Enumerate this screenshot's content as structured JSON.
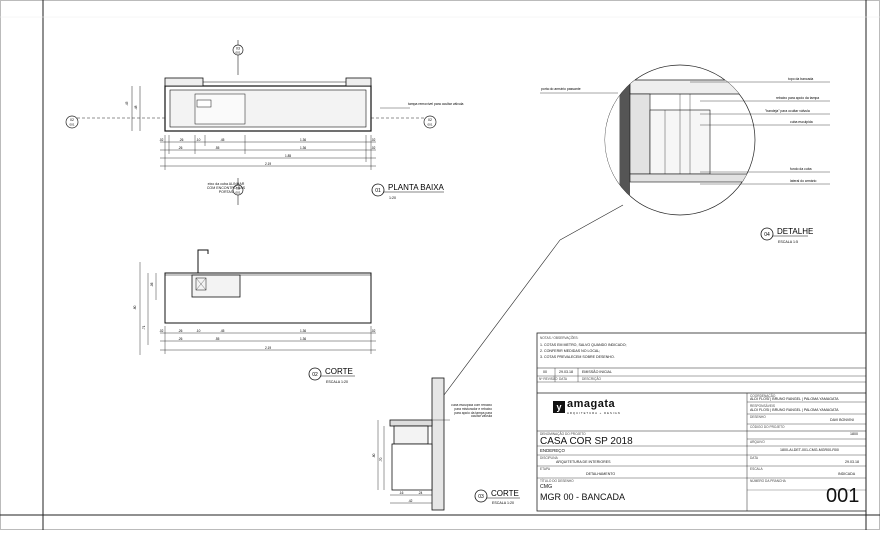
{
  "plan": {
    "title": "PLANTA BAIXA",
    "scale": "1:20",
    "number": "01",
    "note_drain": "eixo da cuba ALINHAR COM ENCONTRO DAS PORTAS",
    "note_top": "tampa removível para ocultar válvula",
    "section_a": "02",
    "section_a_ref": "001",
    "section_b": "03",
    "section_b_ref": "001",
    "dims": {
      "row1": [
        ".02",
        ".26",
        ".10",
        ".45",
        "1.36",
        ".02"
      ],
      "row2": [
        ".26",
        ".55",
        "1.36",
        ".02"
      ],
      "row3": [
        "1.85"
      ],
      "row4": [
        "2.19"
      ],
      "side": [
        ".45",
        ".48"
      ]
    }
  },
  "section1": {
    "title": "CORTE",
    "scale": "ESCALA 1:20",
    "number": "02",
    "dims": {
      "row1": [
        ".02",
        ".26",
        ".10",
        ".45",
        "1.36",
        ".02"
      ],
      "row2": [
        ".26",
        ".55",
        "1.36"
      ],
      "row3": [
        "2.19"
      ],
      "side": [
        ".80",
        ".71",
        ".06"
      ]
    }
  },
  "section2": {
    "title": "CORTE",
    "scale": "ESCALA 1:20",
    "number": "03",
    "note": "cuba esculpida com rebaixo para misturador e rebaixo para apoio da tampa para ocultar válvula",
    "dims": {
      "bottom": [
        ".16",
        ".24",
        ".42"
      ],
      "side": [
        ".80",
        ".70"
      ]
    }
  },
  "detail": {
    "title": "DETALHE",
    "scale": "ESCALA 1:5",
    "number": "04",
    "labels_left": [
      "porta do armário passante"
    ],
    "labels_right": [
      "topo da bancada",
      "rebaixo para apoio da tampa",
      "\"bandeja\" para ocultar válvula",
      "cuba esculpida",
      "fundo da cuba",
      "lateral do armário"
    ]
  },
  "notes": {
    "header": "NOTAS / OBSERVAÇÕES:",
    "items": [
      "1. COTAS EM METRO, SALVO QUANDO INDICADO;",
      "2. CONFERIR MEDIDAS NO LOCAL;",
      "3. COTAS PREVALECEM SOBRE DESENHO."
    ]
  },
  "revision": {
    "number": "00",
    "date": "29.03.18",
    "description": "EMISSÃO INICIAL",
    "col_labels": [
      "Nº REVISÃO",
      "DATA",
      "DESCRIÇÃO"
    ]
  },
  "titleblock": {
    "logo": "amagata",
    "logo_sub": "ARQUITETURA + DESIGN",
    "coord_label": "COORDENAÇÃO",
    "coord": "ALDI FLOSI | BRUNO RANGEL | PALOMA YAMAGATA",
    "resp_label": "RESPONSÁVEIS",
    "resp": "ALDI FLOSI | BRUNO RANGEL | PALOMA YAMAGATA",
    "desenho_label": "DESENHO",
    "desenho": "DAVI BONVINI",
    "project_label": "DENOMINAÇÃO DO PROJETO",
    "project": "CASA COR SP 2018",
    "codigo_label": "CÓDIGO DO PROJETO",
    "codigo": "1800",
    "endereco_label": "ENDEREÇO",
    "arquivo_label": "ARQUIVO",
    "arquivo": "1800-AI-DET-001-CMG-MGR00-R00",
    "disciplina_label": "DISCIPLINA",
    "disciplina": "ARQUITETURA DE INTERIORES",
    "data_label": "DATA",
    "data": "29.03.18",
    "etapa_label": "ETAPA",
    "etapa": "DETALHAMENTO",
    "escala_label": "ESCALA",
    "escala": "INDICADA",
    "titulo_label": "TÍTULO DO DESENHO",
    "titulo1": "CMG",
    "titulo2": "MGR 00 - BANCADA",
    "prancha_label": "NÚMERO DA PRANCHA",
    "prancha": "001"
  }
}
